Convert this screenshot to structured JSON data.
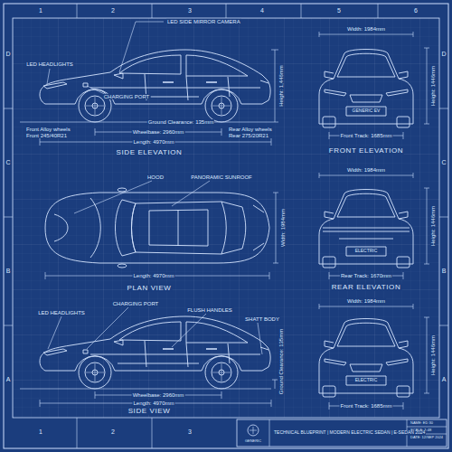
{
  "diagram": {
    "title": "TECHNICAL BLUEPRINT | MODERN ELECTRIC SEDAN | E-SEDAN 2024",
    "labels": [
      "1",
      "2",
      "3",
      "4",
      "5",
      "6",
      "1",
      "2",
      "3",
      "D",
      "C",
      "B",
      "A",
      "D",
      "C",
      "B",
      "A",
      "LED SIDE MIRROR CAMERA",
      "LED HEADLIGHTS",
      "CHARGING PORT",
      "Height: 1,446mm",
      "Ground Clearance: 135mm",
      "Front Alloy wheels",
      "Front 245/40R21",
      "Wheelbase: 2960mm",
      "Rear Alloy wheels",
      "Rear 275/20R21",
      "Length: 4970mm",
      "SIDE ELEVATION",
      "Width: 1984mm",
      "Height: 1446mm",
      "GENERIC EV",
      "Front Track: 1685mm",
      "FRONT ELEVATION",
      "HOOD",
      "PANORAMIC SUNROOF",
      "Width: 1984mm",
      "Length: 4970mm",
      "PLAN VIEW",
      "Width: 1984mm",
      "Height: 1446mm",
      "ELECTRIC",
      "Rear Track: 1670mm",
      "REAR ELEVATION",
      "LED HEADLIGHTS",
      "CHARGING PORT",
      "FLUSH HANDLES",
      "SHATT BODY",
      "Ground Clearance: 135mm",
      "Wheelbase: 2960mm",
      "Length: 4970mm",
      "SIDE VIEW",
      "Width: 1984mm",
      "Height: 1446mm",
      "ELECTRIC",
      "Front Track: 1685mm",
      "GENERIC",
      "NAME: ED 30",
      "SCALE: 1:48",
      "DATE: 12/SEP 2024"
    ]
  }
}
